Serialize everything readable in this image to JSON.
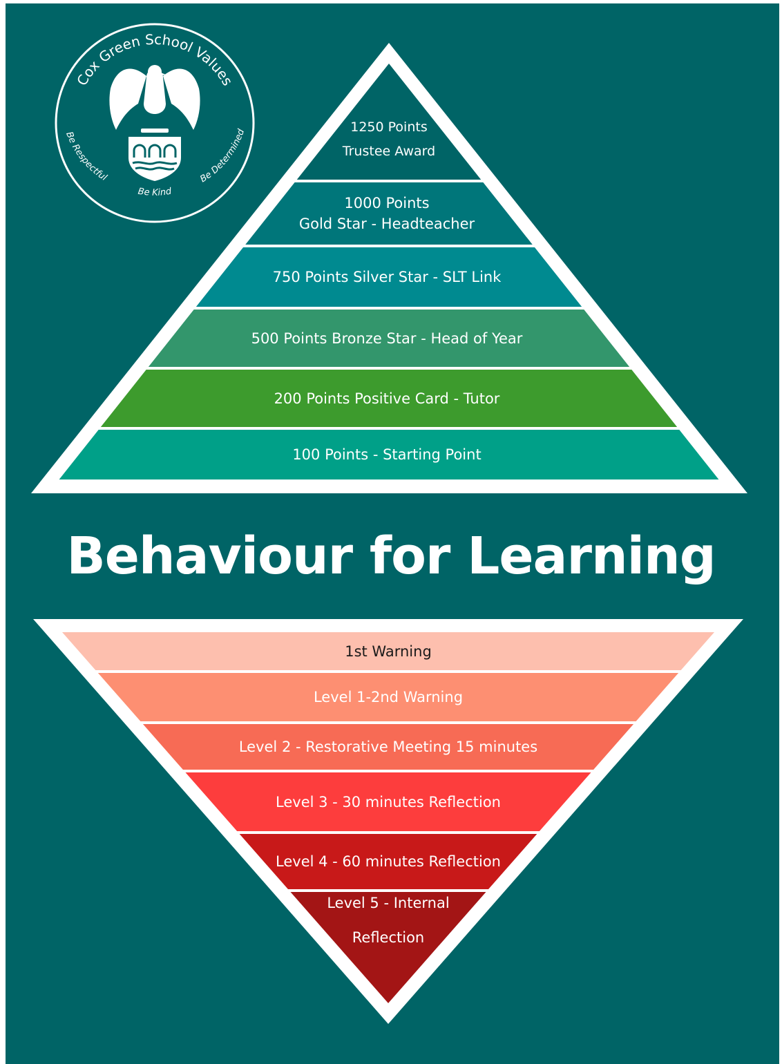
{
  "title": "Behaviour for Learning",
  "logo": {
    "arc_text": "Cox Green School Values",
    "values": [
      "Be Respectful",
      "Be Kind",
      "Be Determined"
    ],
    "icon": "eagle-crest-icon"
  },
  "rewards": {
    "frame_color": "#ffffff",
    "tiers": [
      {
        "lines": [
          "1250 Points",
          "Trustee Award"
        ],
        "color": "#006466"
      },
      {
        "lines": [
          "1000 Points",
          "Gold Star - Headteacher"
        ],
        "color": "#00767a"
      },
      {
        "lines": [
          "750 Points Silver Star - SLT Link"
        ],
        "color": "#008a90"
      },
      {
        "lines": [
          "500 Points Bronze Star - Head of Year"
        ],
        "color": "#33966c"
      },
      {
        "lines": [
          "200 Points Positive Card - Tutor"
        ],
        "color": "#3d9b2d"
      },
      {
        "lines": [
          "100 Points - Starting Point"
        ],
        "color": "#00a088"
      }
    ]
  },
  "sanctions": {
    "frame_color": "#ffffff",
    "tiers": [
      {
        "lines": [
          "1st Warning"
        ],
        "color": "#fdbfae",
        "text_color": "#1a1a1a"
      },
      {
        "lines": [
          "Level 1-2nd Warning"
        ],
        "color": "#fd8f72",
        "text_color": "#ffffff"
      },
      {
        "lines": [
          "Level 2 - Restorative Meeting 15 minutes"
        ],
        "color": "#f76b55",
        "text_color": "#ffffff"
      },
      {
        "lines": [
          "Level 3 - 30 minutes Reflection"
        ],
        "color": "#fd3d3d",
        "text_color": "#ffffff"
      },
      {
        "lines": [
          "Level 4 - 60 minutes Reflection"
        ],
        "color": "#c81919",
        "text_color": "#ffffff"
      },
      {
        "lines": [
          "Level 5 - Internal",
          "Reflection"
        ],
        "color": "#a31515",
        "text_color": "#ffffff"
      }
    ]
  },
  "colors": {
    "background": "#006466",
    "frame": "#ffffff"
  }
}
